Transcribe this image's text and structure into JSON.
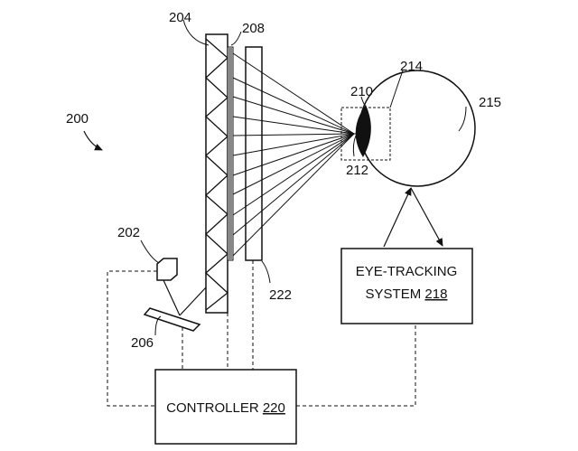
{
  "figure": {
    "refs": {
      "r200": "200",
      "r202": "202",
      "r204": "204",
      "r206": "206",
      "r208": "208",
      "r210": "210",
      "r212": "212",
      "r214": "214",
      "r215": "215",
      "r222": "222"
    },
    "eye_tracking": {
      "line1": "EYE-TRACKING",
      "line2_text": "SYSTEM ",
      "line2_num": "218"
    },
    "controller": {
      "text": "CONTROLLER ",
      "num": "220"
    }
  }
}
